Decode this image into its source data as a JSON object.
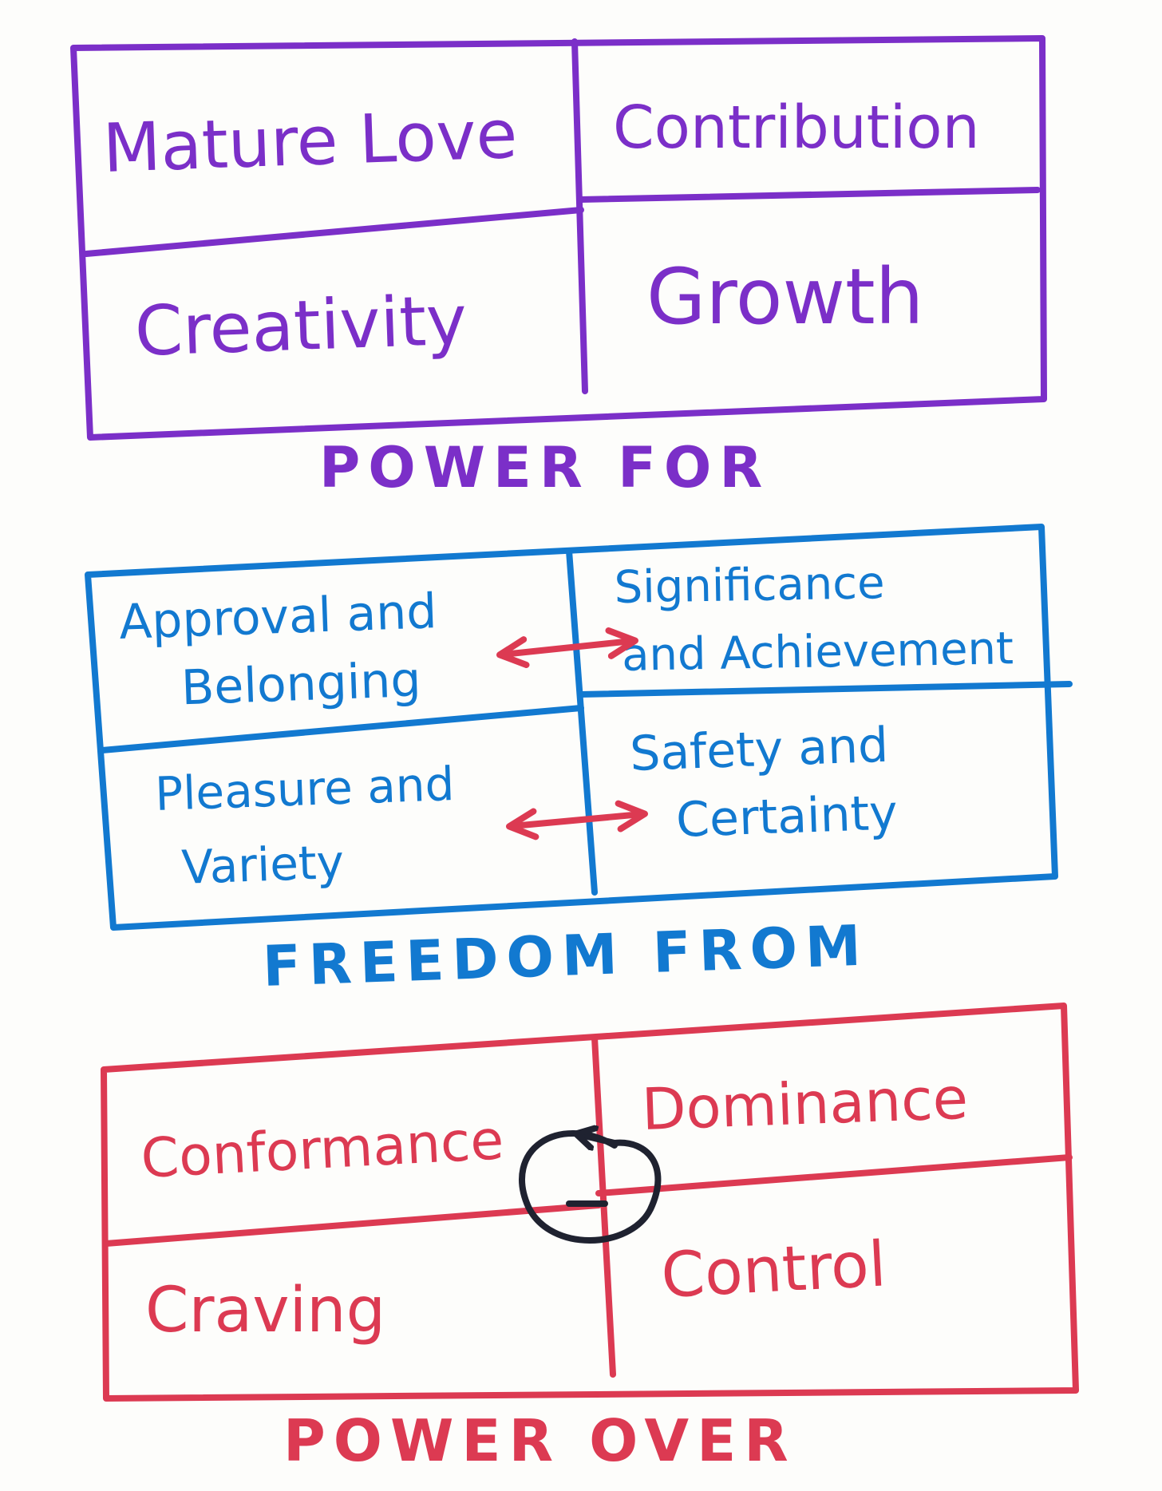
{
  "colors": {
    "power_for": "#7b2fc8",
    "freedom_from": "#1279d0",
    "power_over": "#dc3a52",
    "arrows": "#dc3a52",
    "cycle": "#1f2230"
  },
  "power_for": {
    "cells": {
      "top_left": "Mature Love",
      "top_right": "Contribution",
      "bottom_left": "Creativity",
      "bottom_right": "Growth"
    },
    "caption": "POWER FOR"
  },
  "freedom_from": {
    "cells": {
      "top_left": [
        "Approval and",
        "Belonging"
      ],
      "top_right": [
        "Significance",
        "and Achievement"
      ],
      "bottom_left": [
        "Pleasure and",
        "Variety"
      ],
      "bottom_right": [
        "Safety and",
        "Certainty"
      ]
    },
    "caption": "FREEDOM FROM"
  },
  "power_over": {
    "cells": {
      "top_left": "Conformance",
      "top_right": "Dominance",
      "bottom_left": "Craving",
      "bottom_right": "Control"
    },
    "caption": "POWER OVER"
  },
  "icons": {
    "top_arrow": "double-arrow-icon",
    "bottom_arrow": "double-arrow-icon",
    "cycle": "cycle-minus-icon"
  }
}
